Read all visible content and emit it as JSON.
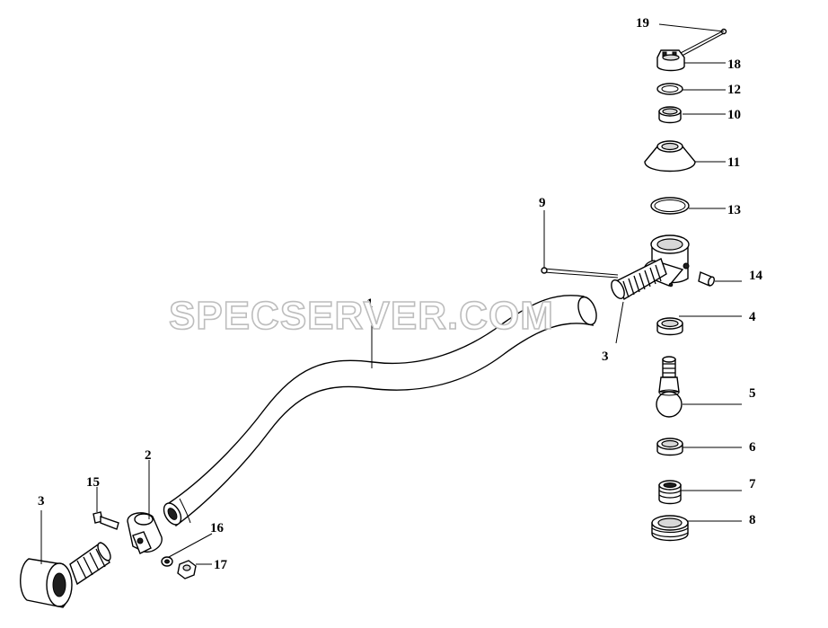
{
  "watermark": "SPECSERVER.COM",
  "callouts": {
    "c1": "1",
    "c2": "2",
    "c3a": "3",
    "c3b": "3",
    "c4": "4",
    "c5": "5",
    "c6": "6",
    "c7": "7",
    "c8": "8",
    "c9": "9",
    "c10": "10",
    "c11": "11",
    "c12": "12",
    "c13": "13",
    "c14": "14",
    "c15": "15",
    "c16": "16",
    "c17": "17",
    "c18": "18",
    "c19": "19"
  }
}
